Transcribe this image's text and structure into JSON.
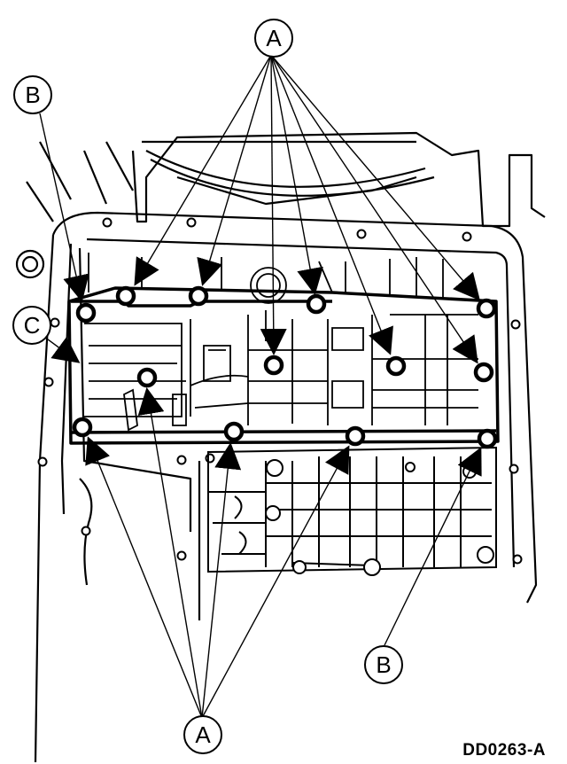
{
  "figure": {
    "code": "DD0263-A",
    "callouts": {
      "a_top": "A",
      "a_bottom": "A",
      "b_top": "B",
      "b_bottom": "B",
      "c_left": "C"
    }
  },
  "colors": {
    "ink": "#000000",
    "paper": "#ffffff"
  }
}
